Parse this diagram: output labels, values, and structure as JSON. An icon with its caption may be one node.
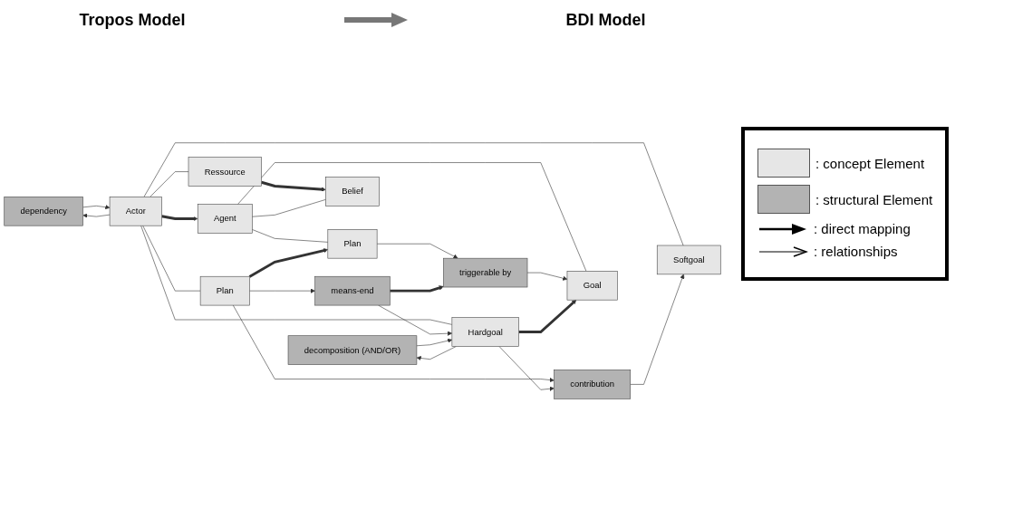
{
  "diagram": {
    "nodes": [
      {
        "text": [
          "Actor"
        ]
      },
      {
        "text": [
          "Agent"
        ]
      },
      {
        "text": [
          "dependency"
        ]
      },
      {
        "text": [
          "Ressource"
        ]
      },
      {
        "text": [
          "Belief"
        ]
      },
      {
        "text": [
          "contribution"
        ]
      },
      {
        "text": [
          "Plan"
        ]
      },
      {
        "text": [
          "Plan"
        ]
      },
      {
        "text": [
          "Softgoal"
        ]
      },
      {
        "text": [
          "means-end"
        ]
      },
      {
        "text": [
          "triggerable by"
        ]
      },
      {
        "text": [
          "decomposition (AND/OR)"
        ]
      },
      {
        "text": [
          "Hardgoal"
        ]
      },
      {
        "text": [
          "Goal"
        ]
      }
    ],
    "edges": [
      {
        "from": 0,
        "to": 1,
        "arrow": "to",
        "style": "thick"
      },
      {
        "from": 0,
        "to": 2,
        "arrow": "to"
      },
      {
        "from": 2,
        "to": 0,
        "arrow": "to"
      },
      {
        "from": 0,
        "to": 3,
        "arrow": "none"
      },
      {
        "from": 0,
        "to": 6,
        "arrow": "none"
      },
      {
        "from": 0,
        "to": 8,
        "arrow": "none"
      },
      {
        "from": 0,
        "to": 12,
        "arrow": "none"
      },
      {
        "from": 3,
        "to": 4,
        "arrow": "to",
        "style": "thick"
      },
      {
        "from": 1,
        "to": 4,
        "arrow": "none"
      },
      {
        "from": 1,
        "to": 7,
        "arrow": "none"
      },
      {
        "from": 1,
        "to": 13,
        "arrow": "none"
      },
      {
        "from": 6,
        "to": 5,
        "arrow": "to"
      },
      {
        "from": 6,
        "to": 7,
        "arrow": "to",
        "style": "thick"
      },
      {
        "from": 6,
        "to": 9,
        "arrow": "to"
      },
      {
        "from": 5,
        "to": 8,
        "arrow": "to"
      },
      {
        "from": 12,
        "to": 5,
        "arrow": "to"
      },
      {
        "from": 7,
        "to": 10,
        "arrow": "to"
      },
      {
        "from": 9,
        "to": 10,
        "arrow": "to",
        "style": "thick"
      },
      {
        "from": 9,
        "to": 12,
        "arrow": "to"
      },
      {
        "from": 11,
        "to": 12,
        "arrow": "to"
      },
      {
        "from": 12,
        "to": 11,
        "arrow": "to"
      },
      {
        "from": 10,
        "to": 13,
        "arrow": "to"
      },
      {
        "from": 12,
        "to": 13,
        "arrow": "to",
        "style": "thick"
      }
    ],
    "labels": [
      "Tropos Model",
      "BDI Model"
    ],
    "legend": [
      {
        "text": ": concept Element",
        "color": "#e6e6e6"
      },
      {
        "text": ": structural Element",
        "color": "#b3b3b3"
      },
      {
        "text": ": direct mapping"
      },
      {
        "text": ": relationships"
      }
    ]
  }
}
